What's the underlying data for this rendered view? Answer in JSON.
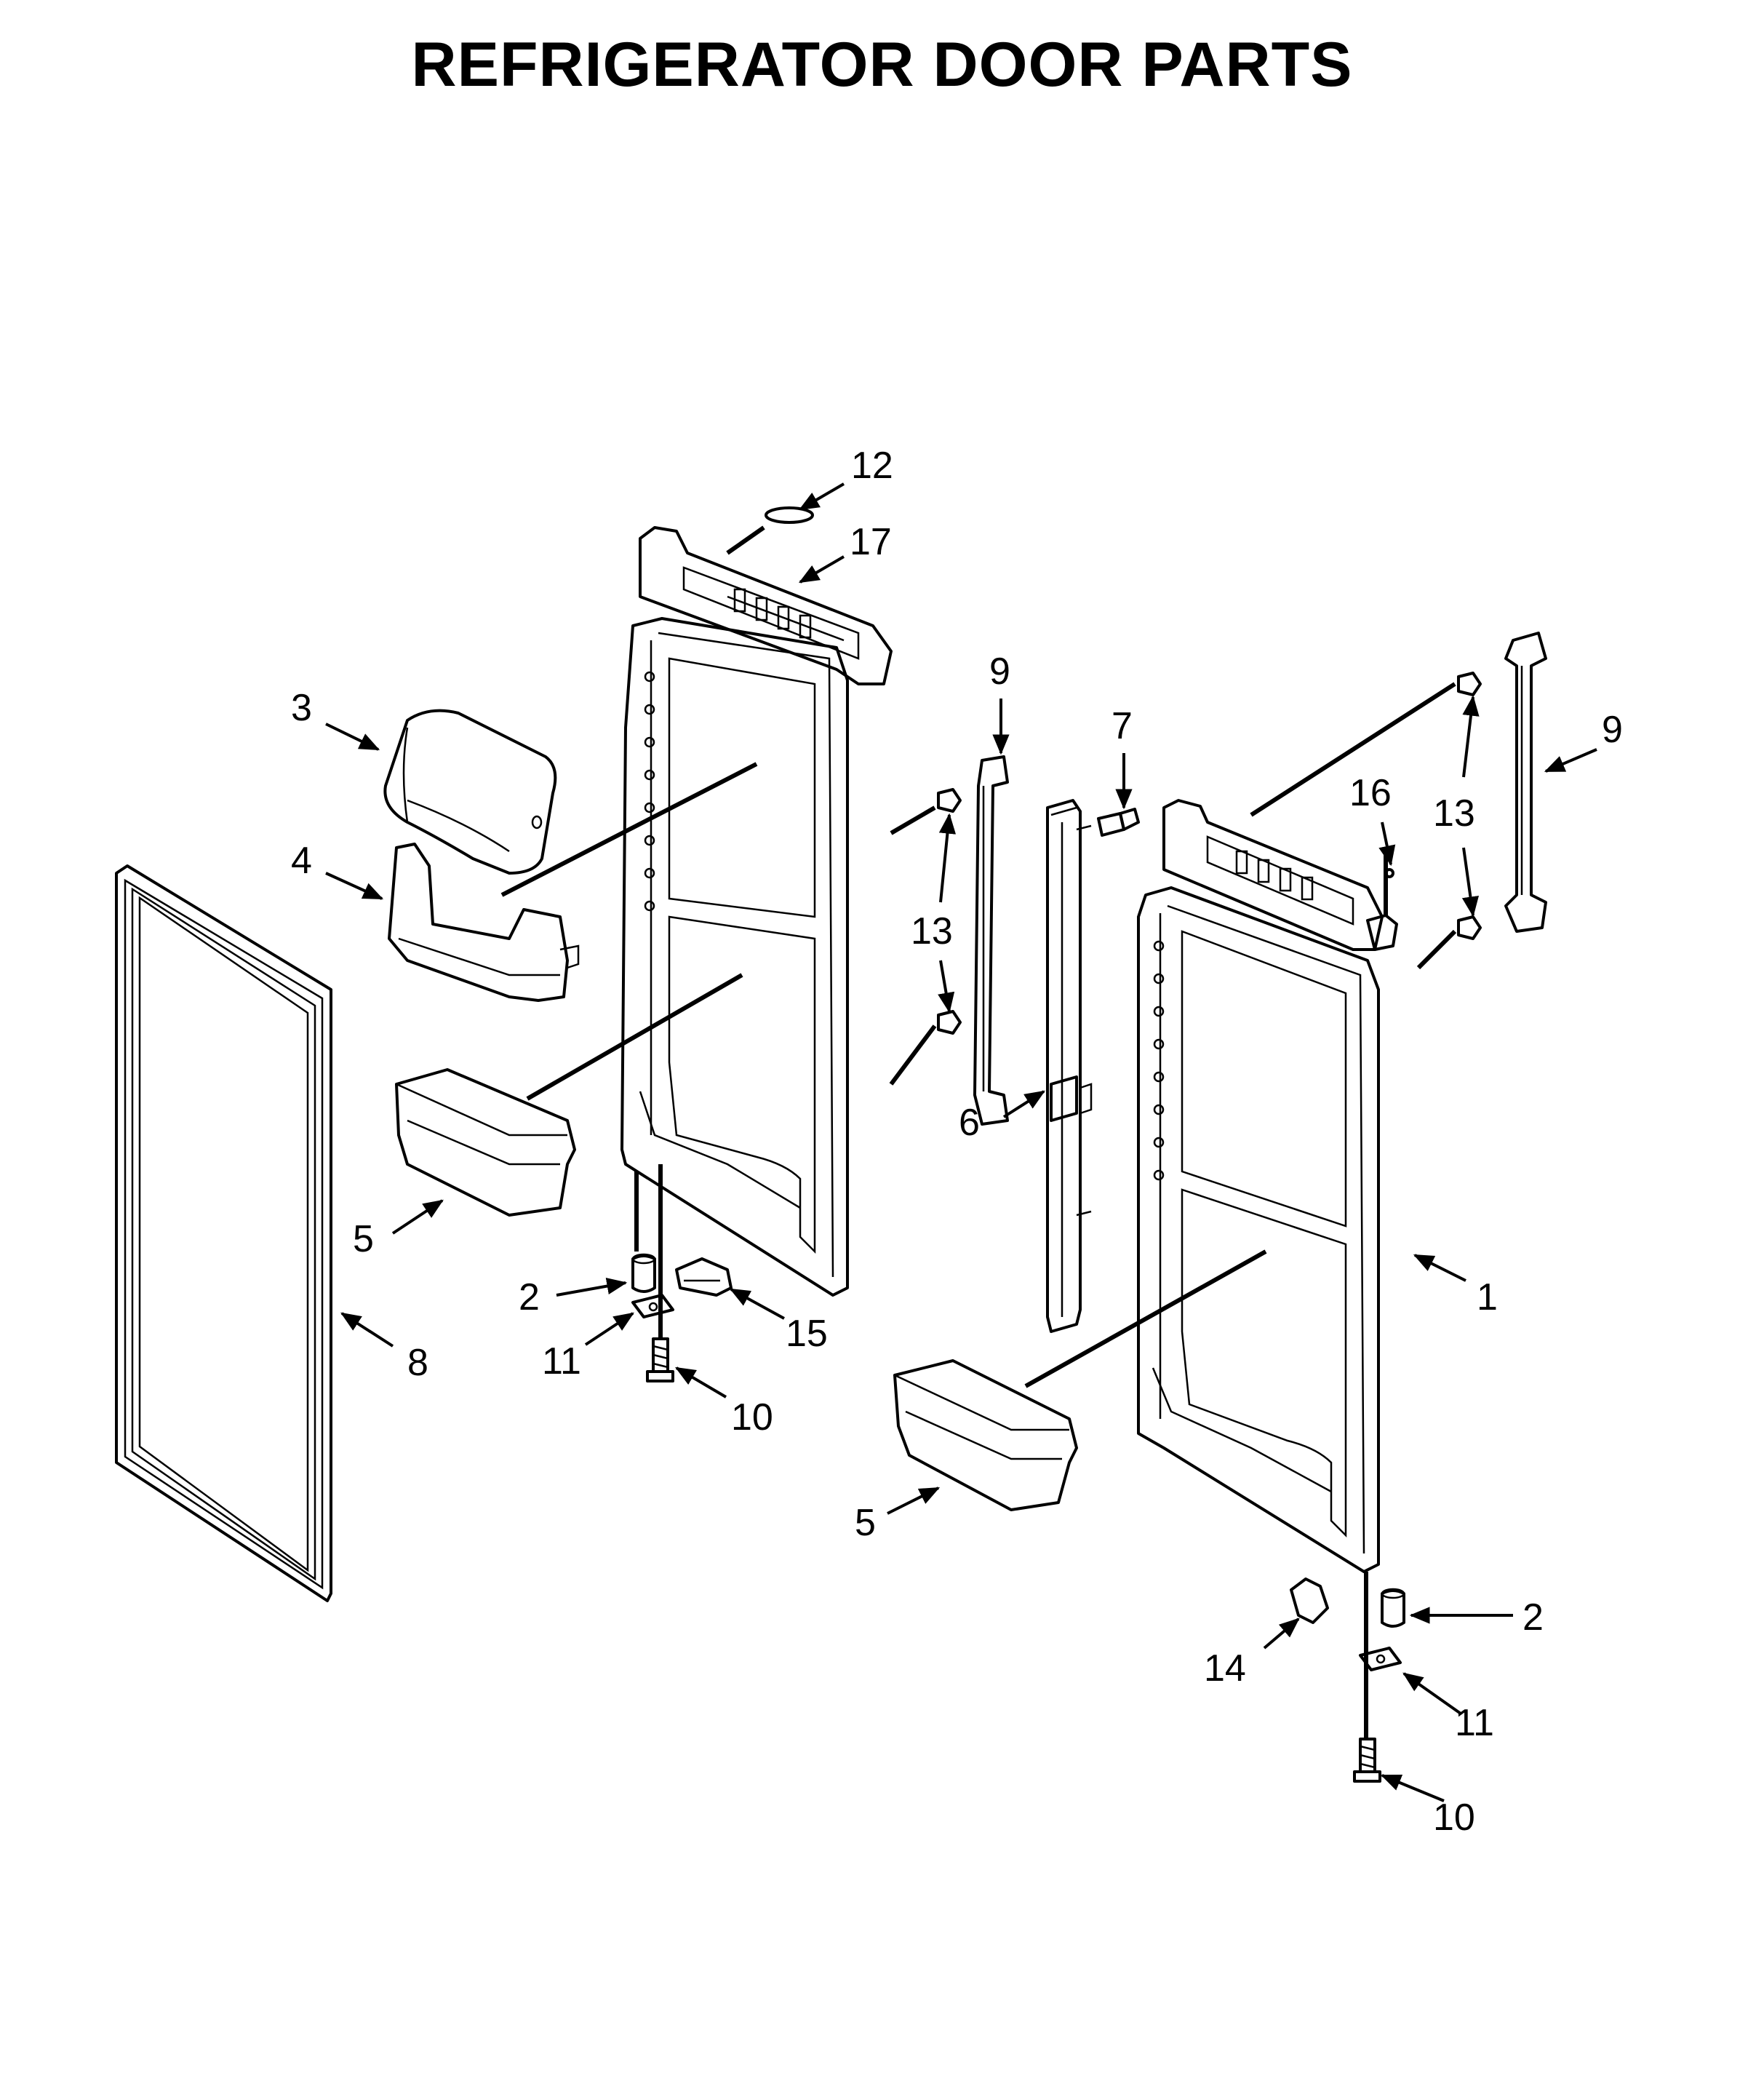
{
  "title": "REFRIGERATOR DOOR PARTS",
  "callouts": [
    {
      "id": "c12",
      "label": "12"
    },
    {
      "id": "c17",
      "label": "17"
    },
    {
      "id": "c9a",
      "label": "9"
    },
    {
      "id": "c7",
      "label": "7"
    },
    {
      "id": "c3",
      "label": "3"
    },
    {
      "id": "c4",
      "label": "4"
    },
    {
      "id": "c13a",
      "label": "13"
    },
    {
      "id": "c6",
      "label": "6"
    },
    {
      "id": "c5a",
      "label": "5"
    },
    {
      "id": "c2a",
      "label": "2"
    },
    {
      "id": "c11a",
      "label": "11"
    },
    {
      "id": "c15",
      "label": "15"
    },
    {
      "id": "c10a",
      "label": "10"
    },
    {
      "id": "c8",
      "label": "8"
    },
    {
      "id": "c16",
      "label": "16"
    },
    {
      "id": "c13b",
      "label": "13"
    },
    {
      "id": "c9b",
      "label": "9"
    },
    {
      "id": "c1",
      "label": "1"
    },
    {
      "id": "c5b",
      "label": "5"
    },
    {
      "id": "c2b",
      "label": "2"
    },
    {
      "id": "c14",
      "label": "14"
    },
    {
      "id": "c11b",
      "label": "11"
    },
    {
      "id": "c10b",
      "label": "10"
    }
  ]
}
